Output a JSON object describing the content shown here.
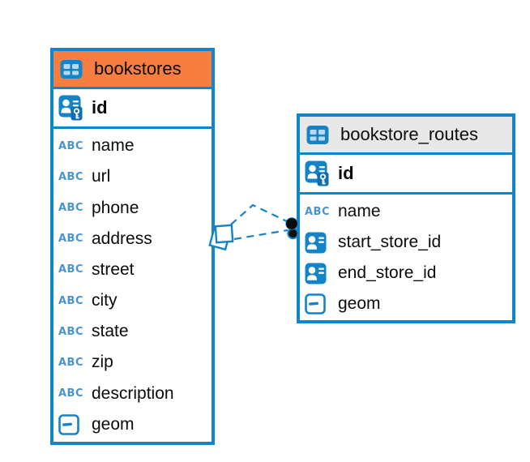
{
  "colors": {
    "accent_blue": "#1484c8",
    "icon_cell_blue": "#b9d8ef",
    "abc_icon_blue": "#4a94cc",
    "bookstores_header_orange": "#f67e41",
    "routes_header_gray": "#e9e8e8",
    "key_badge_blue": "#0d6db6",
    "text_black": "#0b0b0b",
    "canvas_white": "#ffffff"
  },
  "diagram": {
    "tables": [
      {
        "title": "bookstores",
        "header_style": "orange",
        "primary_key": {
          "name": "id",
          "icon": "pk"
        },
        "columns": [
          {
            "name": "name",
            "icon": "text"
          },
          {
            "name": "url",
            "icon": "text"
          },
          {
            "name": "phone",
            "icon": "text"
          },
          {
            "name": "address",
            "icon": "text"
          },
          {
            "name": "street",
            "icon": "text"
          },
          {
            "name": "city",
            "icon": "text"
          },
          {
            "name": "state",
            "icon": "text"
          },
          {
            "name": "zip",
            "icon": "text"
          },
          {
            "name": "description",
            "icon": "text"
          },
          {
            "name": "geom",
            "icon": "geometry"
          }
        ]
      },
      {
        "title": "bookstore_routes",
        "header_style": "gray",
        "primary_key": {
          "name": "id",
          "icon": "pk"
        },
        "columns": [
          {
            "name": "name",
            "icon": "text"
          },
          {
            "name": "start_store_id",
            "icon": "fk"
          },
          {
            "name": "end_store_id",
            "icon": "fk"
          },
          {
            "name": "geom",
            "icon": "geometry"
          }
        ]
      }
    ],
    "relationships": [
      {
        "from_table": "bookstores",
        "from_column": "id",
        "to_table": "bookstore_routes",
        "to_column": "start_store_id",
        "line_style": "dashed"
      },
      {
        "from_table": "bookstores",
        "from_column": "id",
        "to_table": "bookstore_routes",
        "to_column": "end_store_id",
        "line_style": "dashed"
      }
    ]
  }
}
